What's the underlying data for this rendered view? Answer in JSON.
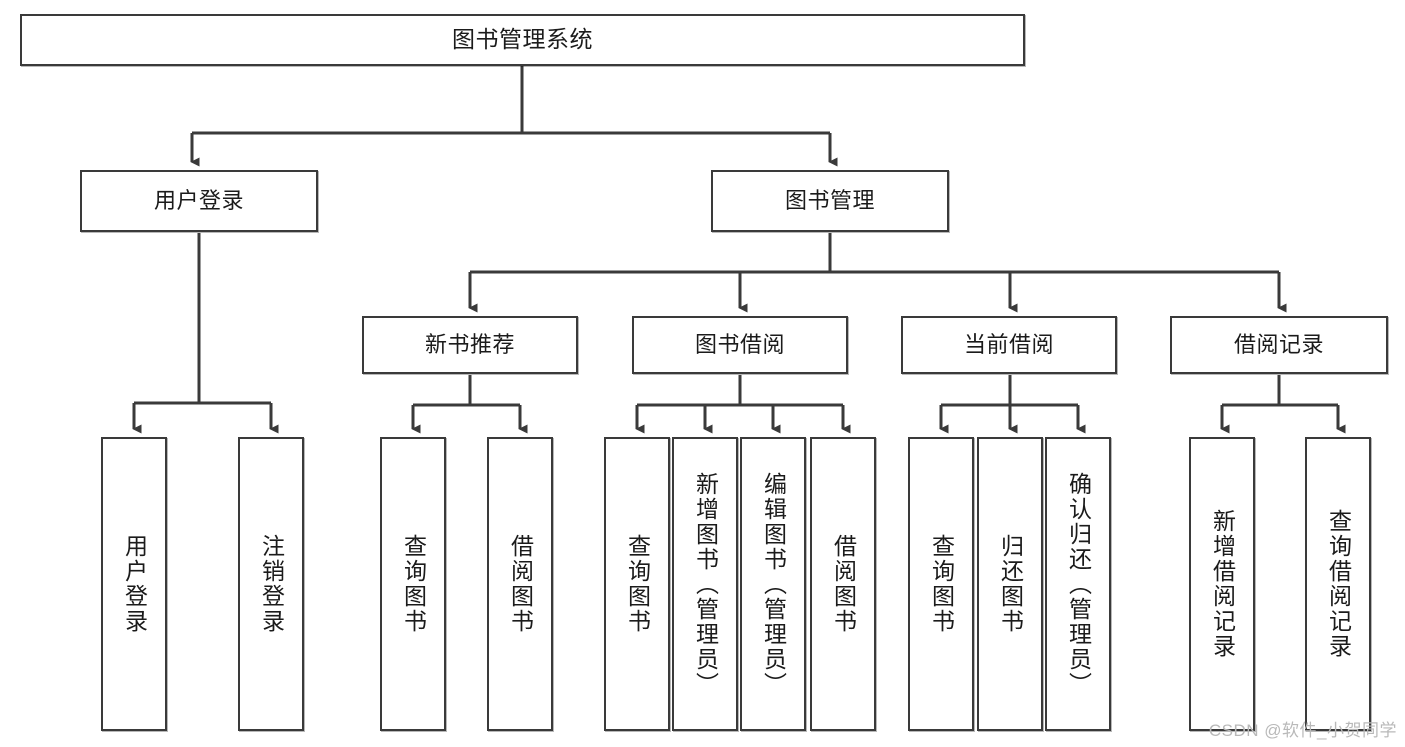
{
  "diagram": {
    "type": "tree",
    "title": "图书管理系统",
    "orientation": "top-down",
    "root": {
      "id": "root",
      "label": "图书管理系统",
      "text_direction": "horizontal"
    },
    "level2": [
      {
        "id": "user-login",
        "label": "用户登录",
        "text_direction": "horizontal"
      },
      {
        "id": "book-manage",
        "label": "图书管理",
        "text_direction": "horizontal"
      }
    ],
    "level3": [
      {
        "id": "new-book-rec",
        "label": "新书推荐",
        "text_direction": "horizontal",
        "parent": "book-manage"
      },
      {
        "id": "book-borrow",
        "label": "图书借阅",
        "text_direction": "horizontal",
        "parent": "book-manage"
      },
      {
        "id": "current-borrow",
        "label": "当前借阅",
        "text_direction": "horizontal",
        "parent": "book-manage"
      },
      {
        "id": "borrow-record",
        "label": "借阅记录",
        "text_direction": "horizontal",
        "parent": "book-manage"
      }
    ],
    "leaves": [
      {
        "id": "leaf-user-login",
        "label": "用户登录",
        "text_direction": "vertical",
        "parent": "user-login"
      },
      {
        "id": "leaf-logout",
        "label": "注销登录",
        "text_direction": "vertical",
        "parent": "user-login"
      },
      {
        "id": "leaf-query-book-1",
        "label": "查询图书",
        "text_direction": "vertical",
        "parent": "new-book-rec"
      },
      {
        "id": "leaf-borrow-book-1",
        "label": "借阅图书",
        "text_direction": "vertical",
        "parent": "new-book-rec"
      },
      {
        "id": "leaf-query-book-2",
        "label": "查询图书",
        "text_direction": "vertical",
        "parent": "book-borrow"
      },
      {
        "id": "leaf-add-book",
        "label": "新增图书（管理员）",
        "text_direction": "vertical",
        "parent": "book-borrow"
      },
      {
        "id": "leaf-edit-book",
        "label": "编辑图书（管理员）",
        "text_direction": "vertical",
        "parent": "book-borrow"
      },
      {
        "id": "leaf-borrow-book-2",
        "label": "借阅图书",
        "text_direction": "vertical",
        "parent": "book-borrow"
      },
      {
        "id": "leaf-query-book-3",
        "label": "查询图书",
        "text_direction": "vertical",
        "parent": "current-borrow"
      },
      {
        "id": "leaf-return-book",
        "label": "归还图书",
        "text_direction": "vertical",
        "parent": "current-borrow"
      },
      {
        "id": "leaf-confirm-return",
        "label": "确认归还（管理员）",
        "text_direction": "vertical",
        "parent": "current-borrow"
      },
      {
        "id": "leaf-add-record",
        "label": "新增借阅记录",
        "text_direction": "vertical",
        "parent": "borrow-record"
      },
      {
        "id": "leaf-query-record",
        "label": "查询借阅记录",
        "text_direction": "vertical",
        "parent": "borrow-record"
      }
    ],
    "style": {
      "line_color": "#3a3a3a",
      "box_fill": "#ffffff",
      "text_color": "#1b1b1b",
      "background": "#ffffff"
    }
  },
  "watermark": {
    "text": "CSDN @软件_小贺同学"
  }
}
